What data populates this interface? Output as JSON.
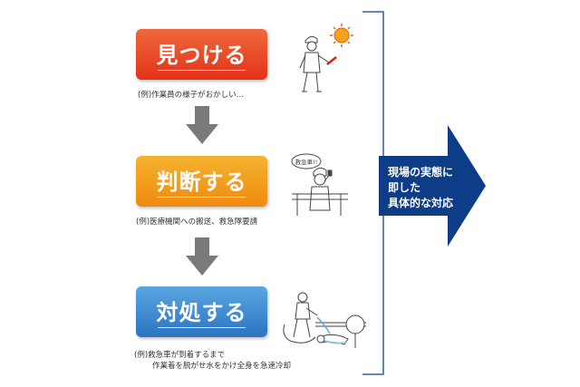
{
  "steps": [
    {
      "title": "見つける",
      "example": "(例)作業員の様子がおかしい…"
    },
    {
      "title": "判断する",
      "example": "(例)医療機関への搬送、救急隊要請"
    },
    {
      "title": "対処する",
      "example_line1": "(例)救急車が到着するまで",
      "example_line2": "作業着を脱がせ水をかけ全身を急速冷却"
    }
  ],
  "speech_bubble": "救急車!!",
  "result": {
    "line1": "現場の実態に",
    "line2": "即した",
    "line3": "具体的な対応"
  },
  "colors": {
    "step1": "#e2321a",
    "step2": "#ef8a10",
    "step3": "#2a74c2",
    "down_arrow": "#7a7a7a",
    "result_arrow": "#0d3d86",
    "bracket": "#2f5fb0"
  },
  "icons": [
    "down-arrow-icon",
    "sun-icon",
    "worker-illustration",
    "phone-call-illustration",
    "cooling-illustration",
    "right-arrow-icon"
  ]
}
